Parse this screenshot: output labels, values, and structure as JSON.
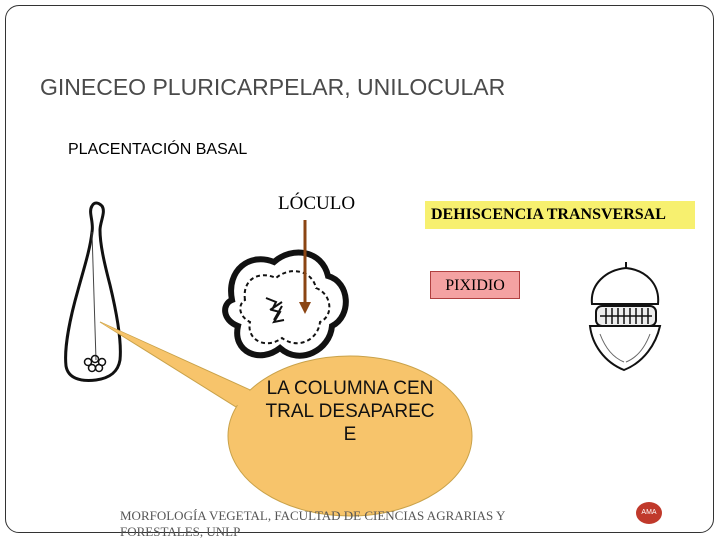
{
  "slide": {
    "title": "GINECEO PLURICARPELAR, UNILOCULAR",
    "subtitle": "PLACENTACIÓN  BASAL",
    "loculo_label": "LÓCULO",
    "dehiscencia_label": "DEHISCENCIA TRANSVERSAL",
    "pixidio_label": "PIXIDIO",
    "callout_text": "LA COLUMNA CENTRAL DESAPARECE",
    "footer": "MORFOLOGÍA VEGETAL, FACULTAD DE CIENCIAS AGRARIAS Y FORESTALES, UNLP",
    "badge_text": "AMA"
  },
  "colors": {
    "dehiscencia_highlight": "#f7f06f",
    "pixidio_box": "#f4a2a2",
    "callout_fill": "#f7c46b",
    "arrow": "#8b4513",
    "badge": "#c0392b"
  },
  "icons": {
    "pistil_drawing": "pistil-longitudinal-section-icon",
    "ovary_cross_section": "ovary-cross-section-icon",
    "pyxis_fruit": "pyxis-fruit-icon"
  }
}
